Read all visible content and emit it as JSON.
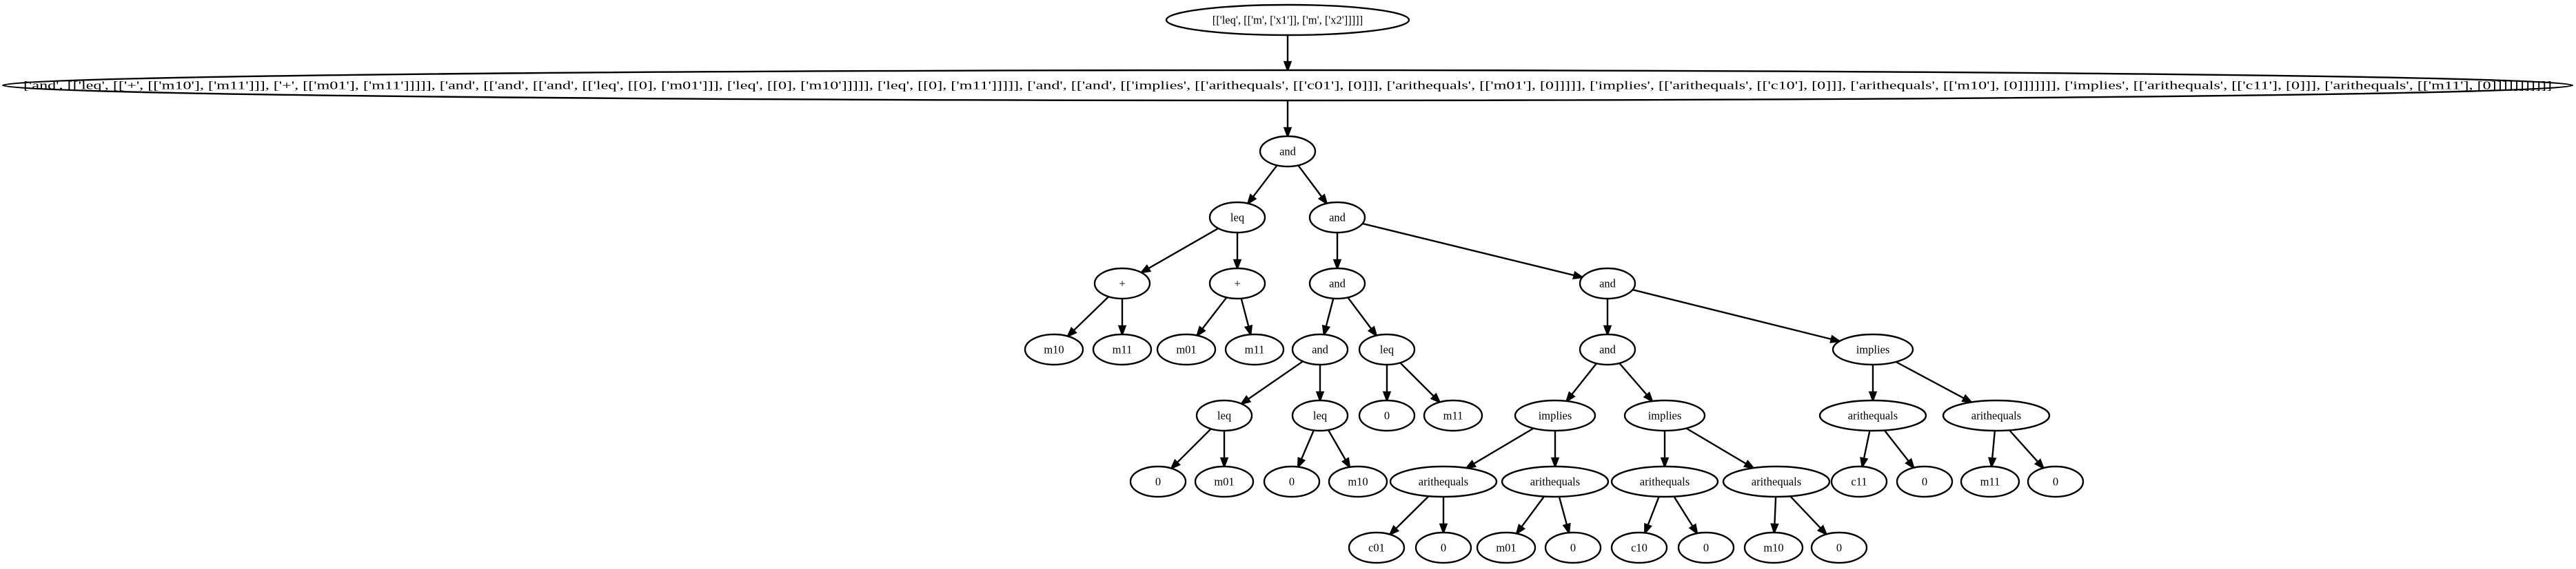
{
  "graph": {
    "nodes": [
      {
        "id": "n0",
        "label": "[['leq', [['m', ['x1']], ['m', ['x2']]]]]"
      },
      {
        "id": "n1",
        "label": "['and', [['leq', [['+', [['m10'], ['m11']]], ['+', [['m01'], ['m11']]]]], ['and', [['and', [['and', [['leq', [[0], ['m01']]], ['leq', [[0], ['m10']]]]], ['leq', [[0], ['m11']]]]], ['and', [['and', [['implies', [['arithequals', [['c01'], [0]]], ['arithequals', [['m01'], [0]]]]], ['implies', [['arithequals', [['c10'], [0]]], ['arithequals', [['m10'], [0]]]]]]], ['implies', [['arithequals', [['c11'], [0]]], ['arithequals', [['m11'], [0]]]]]]]]]]]"
      },
      {
        "id": "n2",
        "label": "and"
      },
      {
        "id": "n3",
        "label": "leq"
      },
      {
        "id": "n4",
        "label": "and"
      },
      {
        "id": "n5",
        "label": "+"
      },
      {
        "id": "n6",
        "label": "+"
      },
      {
        "id": "n7",
        "label": "m10"
      },
      {
        "id": "n8",
        "label": "m11"
      },
      {
        "id": "n9",
        "label": "m01"
      },
      {
        "id": "n10",
        "label": "m11"
      },
      {
        "id": "n11",
        "label": "and"
      },
      {
        "id": "n12",
        "label": "and"
      },
      {
        "id": "n13",
        "label": "and"
      },
      {
        "id": "n14",
        "label": "leq"
      },
      {
        "id": "n15",
        "label": "leq"
      },
      {
        "id": "n16",
        "label": "leq"
      },
      {
        "id": "n17",
        "label": "0"
      },
      {
        "id": "n18",
        "label": "m01"
      },
      {
        "id": "n19",
        "label": "0"
      },
      {
        "id": "n20",
        "label": "m10"
      },
      {
        "id": "n21",
        "label": "0"
      },
      {
        "id": "n22",
        "label": "m11"
      },
      {
        "id": "n23",
        "label": "and"
      },
      {
        "id": "n24",
        "label": "implies"
      },
      {
        "id": "n25",
        "label": "implies"
      },
      {
        "id": "n26",
        "label": "implies"
      },
      {
        "id": "n27",
        "label": "arithequals"
      },
      {
        "id": "n28",
        "label": "arithequals"
      },
      {
        "id": "n29",
        "label": "c01"
      },
      {
        "id": "n30",
        "label": "0"
      },
      {
        "id": "n31",
        "label": "m01"
      },
      {
        "id": "n32",
        "label": "0"
      },
      {
        "id": "n33",
        "label": "arithequals"
      },
      {
        "id": "n34",
        "label": "arithequals"
      },
      {
        "id": "n35",
        "label": "c10"
      },
      {
        "id": "n36",
        "label": "0"
      },
      {
        "id": "n37",
        "label": "m10"
      },
      {
        "id": "n38",
        "label": "0"
      },
      {
        "id": "n39",
        "label": "arithequals"
      },
      {
        "id": "n40",
        "label": "arithequals"
      },
      {
        "id": "n41",
        "label": "c11"
      },
      {
        "id": "n42",
        "label": "0"
      },
      {
        "id": "n43",
        "label": "m11"
      },
      {
        "id": "n44",
        "label": "0"
      }
    ],
    "edges": [
      [
        "n0",
        "n1"
      ],
      [
        "n1",
        "n2"
      ],
      [
        "n2",
        "n3"
      ],
      [
        "n2",
        "n4"
      ],
      [
        "n3",
        "n5"
      ],
      [
        "n3",
        "n6"
      ],
      [
        "n5",
        "n7"
      ],
      [
        "n5",
        "n8"
      ],
      [
        "n6",
        "n9"
      ],
      [
        "n6",
        "n10"
      ],
      [
        "n4",
        "n11"
      ],
      [
        "n4",
        "n12"
      ],
      [
        "n11",
        "n13"
      ],
      [
        "n11",
        "n14"
      ],
      [
        "n13",
        "n15"
      ],
      [
        "n13",
        "n16"
      ],
      [
        "n15",
        "n17"
      ],
      [
        "n15",
        "n18"
      ],
      [
        "n16",
        "n19"
      ],
      [
        "n16",
        "n20"
      ],
      [
        "n14",
        "n21"
      ],
      [
        "n14",
        "n22"
      ],
      [
        "n12",
        "n23"
      ],
      [
        "n12",
        "n26"
      ],
      [
        "n23",
        "n24"
      ],
      [
        "n23",
        "n25"
      ],
      [
        "n24",
        "n27"
      ],
      [
        "n24",
        "n28"
      ],
      [
        "n27",
        "n29"
      ],
      [
        "n27",
        "n30"
      ],
      [
        "n28",
        "n31"
      ],
      [
        "n28",
        "n32"
      ],
      [
        "n25",
        "n33"
      ],
      [
        "n25",
        "n34"
      ],
      [
        "n33",
        "n35"
      ],
      [
        "n33",
        "n36"
      ],
      [
        "n34",
        "n37"
      ],
      [
        "n34",
        "n38"
      ],
      [
        "n26",
        "n39"
      ],
      [
        "n26",
        "n40"
      ],
      [
        "n39",
        "n41"
      ],
      [
        "n39",
        "n42"
      ],
      [
        "n40",
        "n43"
      ],
      [
        "n40",
        "n44"
      ]
    ]
  }
}
